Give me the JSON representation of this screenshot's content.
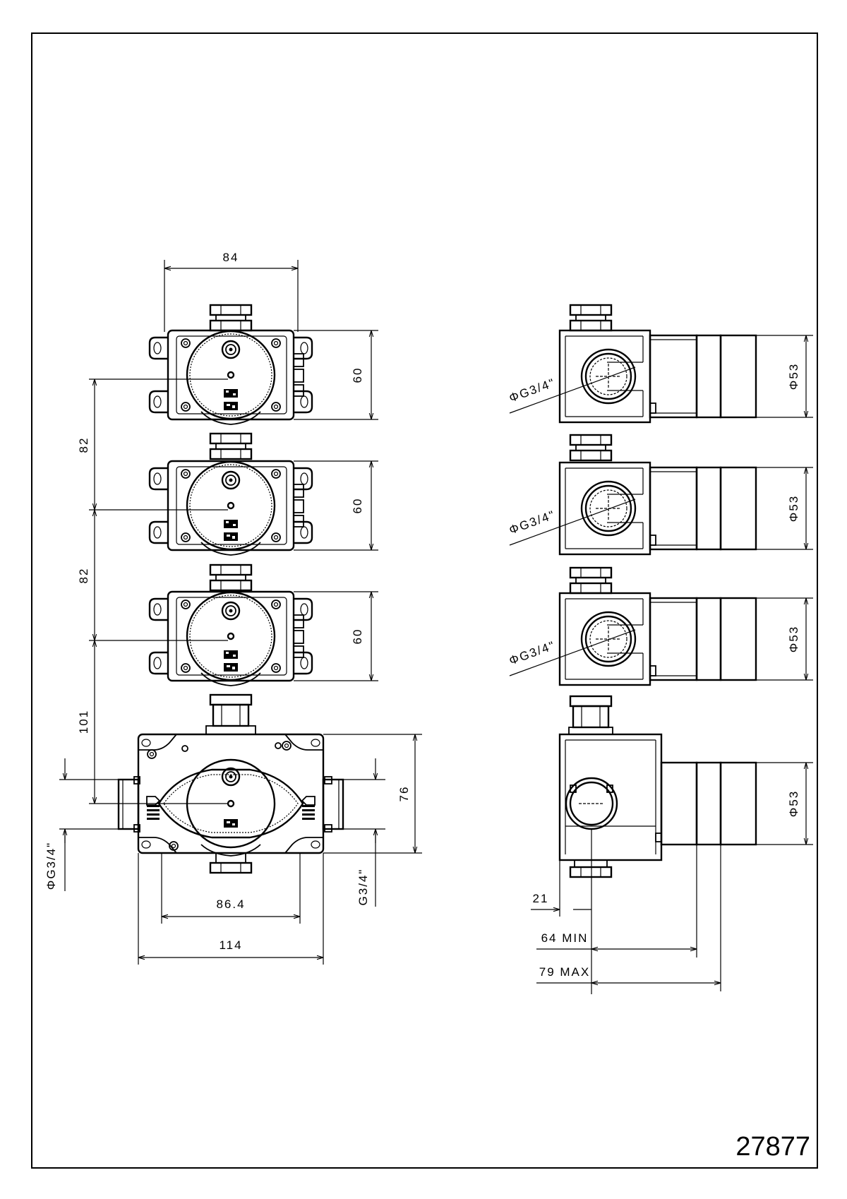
{
  "drawing_number": "27877",
  "front_view": {
    "width_top": "84",
    "module_height": "60",
    "spacing_1": "82",
    "spacing_2": "82",
    "spacing_3": "101",
    "base_height": "76",
    "inner_width": "86.4",
    "outer_width": "114",
    "inlet_left": "ΦG3/4\"",
    "inlet_right": "G3/4\""
  },
  "side_view": {
    "port_label": "ΦG3/4\"",
    "cylinder_dia": "Φ53",
    "depth_21": "21",
    "depth_min": "64 MIN",
    "depth_max": "79 MAX"
  }
}
